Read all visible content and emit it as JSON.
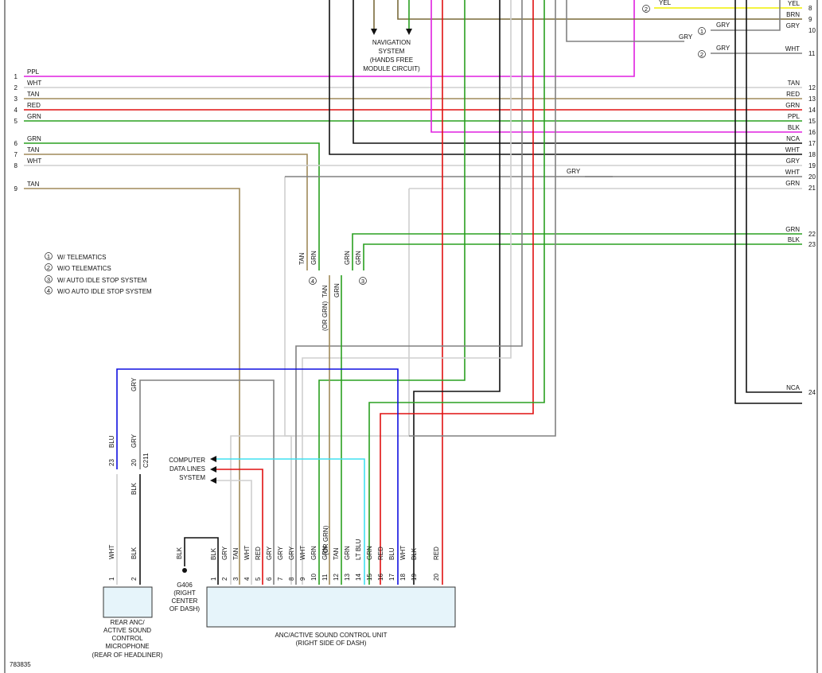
{
  "colors": {
    "PPL": "#e020e0",
    "WHT": "#cfcfcf",
    "TAN": "#a08a5a",
    "RED": "#e01010",
    "GRN": "#2aa020",
    "BLK": "#111111",
    "GRY": "#808080",
    "NCA": "#111111",
    "YEL": "#f0f000",
    "BRN": "#7a6a3a",
    "BLU": "#1010e0",
    "LT BLU": "#40e0f0"
  },
  "left_wires": [
    {
      "pin": "1",
      "color": "PPL"
    },
    {
      "pin": "2",
      "color": "WHT"
    },
    {
      "pin": "3",
      "color": "TAN"
    },
    {
      "pin": "4",
      "color": "RED"
    },
    {
      "pin": "5",
      "color": "GRN"
    },
    {
      "pin": "6",
      "color": "GRN"
    },
    {
      "pin": "7",
      "color": "TAN"
    },
    {
      "pin": "8",
      "color": "WHT"
    },
    {
      "pin": "9",
      "color": "TAN"
    }
  ],
  "right_wires": [
    {
      "pin": "8",
      "color": "YEL"
    },
    {
      "pin": "9",
      "color": "BRN"
    },
    {
      "pin": "10",
      "color": "GRY"
    },
    {
      "pin": "11",
      "color": "WHT"
    },
    {
      "pin": "12",
      "color": "TAN"
    },
    {
      "pin": "13",
      "color": "RED"
    },
    {
      "pin": "14",
      "color": "GRN"
    },
    {
      "pin": "15",
      "color": "PPL"
    },
    {
      "pin": "16",
      "color": "BLK"
    },
    {
      "pin": "17",
      "color": "NCA"
    },
    {
      "pin": "18",
      "color": "WHT"
    },
    {
      "pin": "19",
      "color": "GRY"
    },
    {
      "pin": "20",
      "color": "WHT"
    },
    {
      "pin": "21",
      "color": "GRN"
    },
    {
      "pin": "22",
      "color": "GRN"
    },
    {
      "pin": "23",
      "color": "BLK"
    },
    {
      "pin": "24",
      "color": "NCA"
    }
  ],
  "top_labels": {
    "yel": "YEL",
    "gry_a": "GRY",
    "gry_b": "GRY",
    "gry_c": "GRY",
    "gry_mid": "GRY",
    "opt1": "1",
    "opt2a": "2",
    "opt2b": "2"
  },
  "navigation": [
    "NAVIGATION",
    "SYSTEM",
    "(HANDS FREE",
    "MODULE CIRCUIT)"
  ],
  "legend": [
    {
      "num": "1",
      "text": "W/ TELEMATICS"
    },
    {
      "num": "2",
      "text": "W/O TELEMATICS"
    },
    {
      "num": "3",
      "text": "W/ AUTO IDLE STOP SYSTEM"
    },
    {
      "num": "4",
      "text": "W/O AUTO IDLE STOP SYSTEM"
    }
  ],
  "splice": {
    "tan": "TAN",
    "grn1": "GRN",
    "grn2": "GRN",
    "grn3": "GRN",
    "opt4": "4",
    "opt3": "3",
    "tan_or_grn": "(OR GRN)",
    "tan2": "TAN",
    "grn4": "GRN"
  },
  "computer": [
    "COMPUTER",
    "DATA LINES",
    "SYSTEM"
  ],
  "ground": {
    "wire": "BLK",
    "lines": [
      "G406",
      "(RIGHT",
      "CENTER",
      "OF DASH)"
    ]
  },
  "c211": {
    "label": "C211",
    "blu": "BLU",
    "gry": "GRY",
    "gry2": "GRY",
    "blk": "BLK",
    "pin23": "23",
    "pin20": "20"
  },
  "mic": {
    "pins": [
      {
        "num": "1",
        "color": "WHT"
      },
      {
        "num": "2",
        "color": "BLK"
      }
    ],
    "lines": [
      "REAR ANC/",
      "ACTIVE SOUND",
      "CONTROL",
      "MICROPHONE",
      "(REAR OF HEADLINER)"
    ]
  },
  "anc": {
    "pins": [
      {
        "num": "1",
        "color": "BLK"
      },
      {
        "num": "2",
        "color": "GRY"
      },
      {
        "num": "3",
        "color": "TAN"
      },
      {
        "num": "4",
        "color": "WHT"
      },
      {
        "num": "5",
        "color": "RED"
      },
      {
        "num": "6",
        "color": "GRY"
      },
      {
        "num": "7",
        "color": "GRY"
      },
      {
        "num": "8",
        "color": "GRY"
      },
      {
        "num": "9",
        "color": "WHT"
      },
      {
        "num": "10",
        "color": "GRN"
      },
      {
        "num": "11",
        "color": "GRN"
      },
      {
        "num": "12",
        "color": "TAN"
      },
      {
        "num": "13",
        "color": "GRN"
      },
      {
        "num": "14",
        "color": "LT BLU"
      },
      {
        "num": "15",
        "color": "GRN"
      },
      {
        "num": "16",
        "color": "RED"
      },
      {
        "num": "17",
        "color": "BLU"
      },
      {
        "num": "18",
        "color": "WHT"
      },
      {
        "num": "19",
        "color": "BLK"
      },
      {
        "num": "20",
        "color": "RED"
      }
    ],
    "or_grn": "(OR GRN)",
    "lines": [
      "ANC/ACTIVE SOUND CONTROL UNIT",
      "(RIGHT SIDE OF DASH)"
    ]
  },
  "figure_id": "783835"
}
